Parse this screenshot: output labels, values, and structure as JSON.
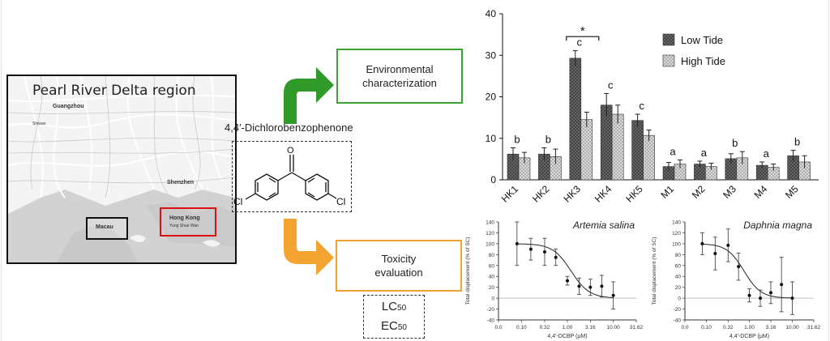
{
  "map": {
    "title": "Pearl River Delta region",
    "labels": {
      "guangzhou": "Guangzhou",
      "shiwan": "Shiwan",
      "shenzhen": "Shenzhen",
      "macau": "Macau",
      "hong_kong": "Hong Kong",
      "hk_sub": "Yung Shue Wan"
    }
  },
  "compound": {
    "name": "4,4′-Dichlorobenzophenone",
    "cl_left": "Cl",
    "cl_right": "Cl",
    "oxygen": "O"
  },
  "boxes": {
    "environmental": "Environmental characterization",
    "toxicity": "Toxicity evaluation",
    "lc": "LC",
    "ec": "EC",
    "sub50": "50"
  },
  "colors": {
    "green_arrow": "#2f9a27",
    "orange_arrow": "#f4a430",
    "red_box": "#dd1111"
  },
  "chart_data": [
    {
      "type": "bar",
      "categories": [
        "HK1",
        "HK2",
        "HK3",
        "HK4",
        "HK5",
        "M1",
        "M2",
        "M3",
        "M4",
        "M5"
      ],
      "series": [
        {
          "name": "Low Tide",
          "values": [
            6.2,
            6.2,
            29.3,
            18.0,
            14.3,
            3.2,
            3.8,
            5.1,
            3.5,
            5.8
          ],
          "errors": [
            1.5,
            1.5,
            1.8,
            2.8,
            1.5,
            1.0,
            0.7,
            1.2,
            0.8,
            1.3
          ]
        },
        {
          "name": "High Tide",
          "values": [
            5.3,
            5.6,
            14.5,
            15.8,
            10.7,
            3.8,
            3.2,
            5.3,
            3.0,
            4.3
          ],
          "errors": [
            1.3,
            1.8,
            1.8,
            2.2,
            1.3,
            1.0,
            0.8,
            1.5,
            0.8,
            1.5
          ]
        }
      ],
      "annotations": [
        "b",
        "b",
        "c",
        "c",
        "c",
        "a",
        "a",
        "b",
        "a",
        "b"
      ],
      "significance": "*",
      "ylim": [
        0,
        40
      ],
      "yticks": [
        0,
        10,
        20,
        30,
        40
      ],
      "legend_position": "top-right"
    },
    {
      "type": "scatter",
      "title": "Artemia salina",
      "xlabel": "4,4′-DCBP (μM)",
      "ylabel": "Total displacement (% of SC)",
      "x": [
        0.08,
        0.16,
        0.32,
        0.56,
        1.0,
        1.8,
        3.16,
        5.6,
        10.0
      ],
      "y": [
        100,
        90,
        85,
        75,
        32,
        22,
        20,
        22,
        5
      ],
      "errors": [
        40,
        20,
        25,
        15,
        8,
        15,
        15,
        20,
        25
      ],
      "x_scale": "log",
      "xlim": [
        0.0,
        31.62
      ],
      "xticks": [
        "0.0",
        "0.10",
        "0.32",
        "1.00",
        "3.16",
        "10.00",
        "31.62"
      ],
      "ylim": [
        -40,
        140
      ],
      "yticks": [
        -40,
        -20,
        0,
        20,
        40,
        60,
        80,
        100,
        120,
        140
      ]
    },
    {
      "type": "scatter",
      "title": "Daphnia magna",
      "xlabel": "4,4′-DCBP (μM)",
      "ylabel": "Total displacement (% of SC)",
      "x": [
        0.08,
        0.16,
        0.32,
        0.56,
        1.0,
        1.8,
        3.16,
        5.6,
        10.0
      ],
      "y": [
        100,
        82,
        97,
        58,
        5,
        0,
        10,
        25,
        0
      ],
      "errors": [
        20,
        30,
        30,
        25,
        12,
        15,
        20,
        50,
        30
      ],
      "x_scale": "log",
      "xlim": [
        0.0,
        31.62
      ],
      "xticks": [
        "0.0",
        "0.10",
        "0.32",
        "1.00",
        "3.16",
        "10.00",
        "31.62"
      ],
      "ylim": [
        -40,
        140
      ],
      "yticks": [
        -40,
        -20,
        0,
        20,
        40,
        60,
        80,
        100,
        120,
        140
      ]
    }
  ]
}
